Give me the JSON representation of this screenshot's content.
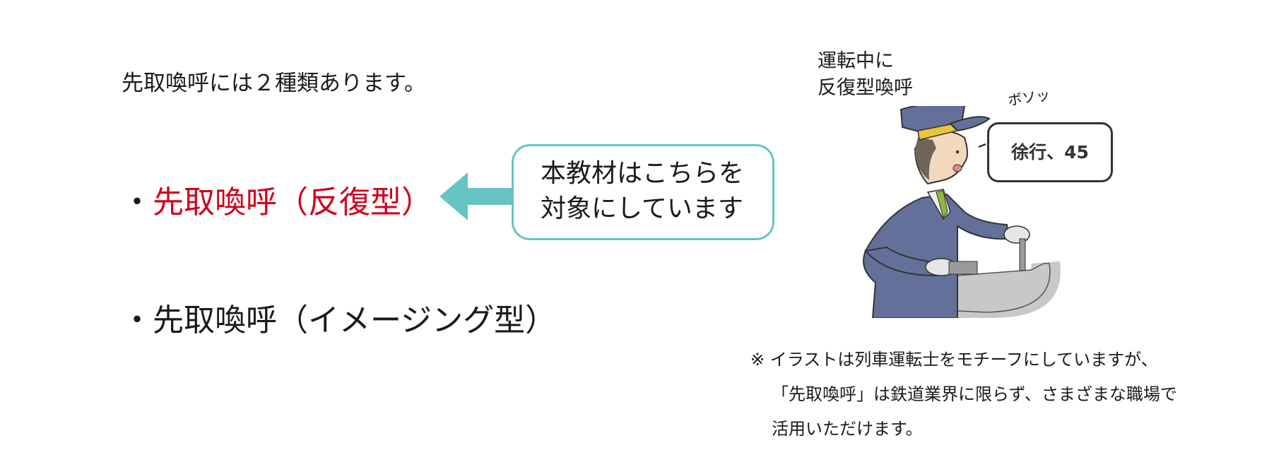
{
  "intro": "先取喚呼には２種類あります。",
  "bullets": [
    {
      "marker": "・",
      "label": "先取喚呼（反復型）",
      "color": "#d0021b"
    },
    {
      "marker": "・",
      "label": "先取喚呼（イメージング型）",
      "color": "#1a1a1a"
    }
  ],
  "callout": {
    "lines": [
      "本教材はこちらを",
      "対象にしています"
    ],
    "accent": "#66c4c4"
  },
  "illustration": {
    "scene_label": [
      "運転中に",
      "反復型喚呼"
    ],
    "mutter": "ボソッ",
    "speech": "徐行、45"
  },
  "note": {
    "lines": [
      "※ イラストは列車運転士をモチーフにしていますが、",
      "「先取喚呼」は鉄道業界に限らず、さまざまな職場で",
      "活用いただけます。"
    ]
  }
}
